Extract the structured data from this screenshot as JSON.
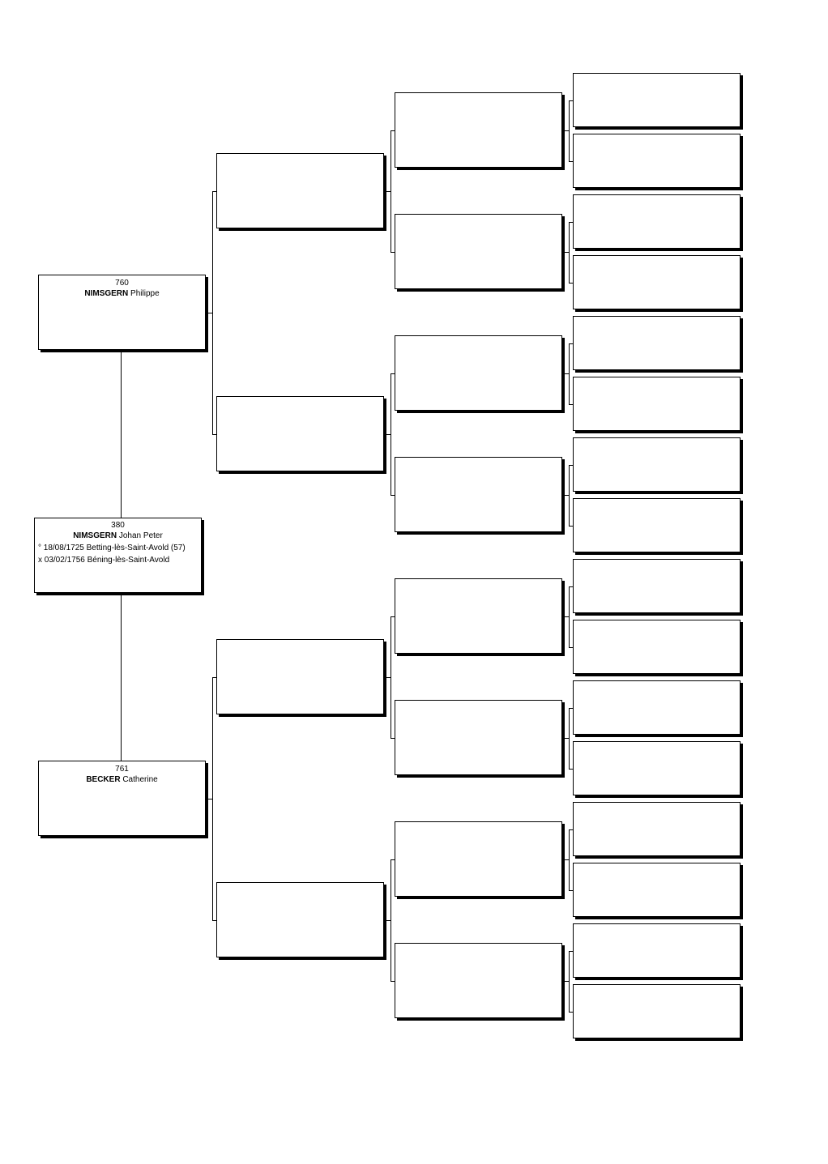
{
  "root": {
    "number": "380",
    "surname": "NIMSGERN",
    "given": "Johan Peter",
    "birth": "° 18/08/1725 Betting-lès-Saint-Avold (57)",
    "marriage": "x 03/02/1756 Béning-lès-Saint-Avold"
  },
  "father": {
    "number": "760",
    "surname": "NIMSGERN",
    "given": "Philippe"
  },
  "mother": {
    "number": "761",
    "surname": "BECKER",
    "given": "Catherine"
  }
}
